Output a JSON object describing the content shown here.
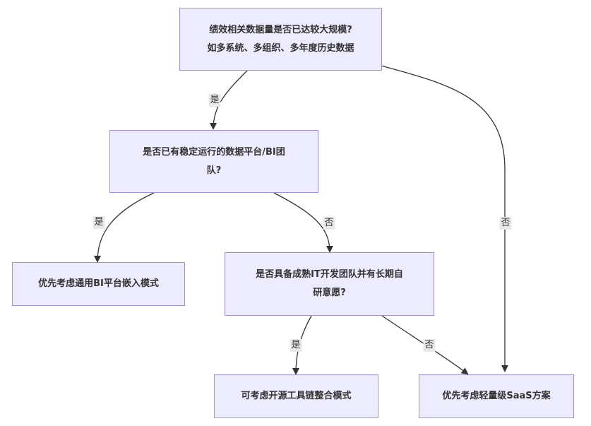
{
  "nodes": {
    "n1": {
      "line1": "绩效相关数据量是否已达较大规模?",
      "line2": "如多系统、多组织、多年度历史数据"
    },
    "n2": {
      "line1": "是否已有稳定运行的数据平台/BI团",
      "line2": "队?"
    },
    "n3": {
      "line1": "优先考虑通用BI平台嵌入模式"
    },
    "n4": {
      "line1": "是否具备成熟IT开发团队并有长期自",
      "line2": "研意愿?"
    },
    "n5": {
      "line1": "可考虑开源工具链整合模式"
    },
    "n6": {
      "line1": "优先考虑轻量级SaaS方案"
    }
  },
  "edges": {
    "e1": "是",
    "e2": "否",
    "e3": "是",
    "e4": "否",
    "e5": "是",
    "e6": "否"
  },
  "colors": {
    "node_fill": "#ececfe",
    "node_border": "#9f8fd9",
    "edge": "#333333",
    "label_bg": "#e8e8e8"
  }
}
